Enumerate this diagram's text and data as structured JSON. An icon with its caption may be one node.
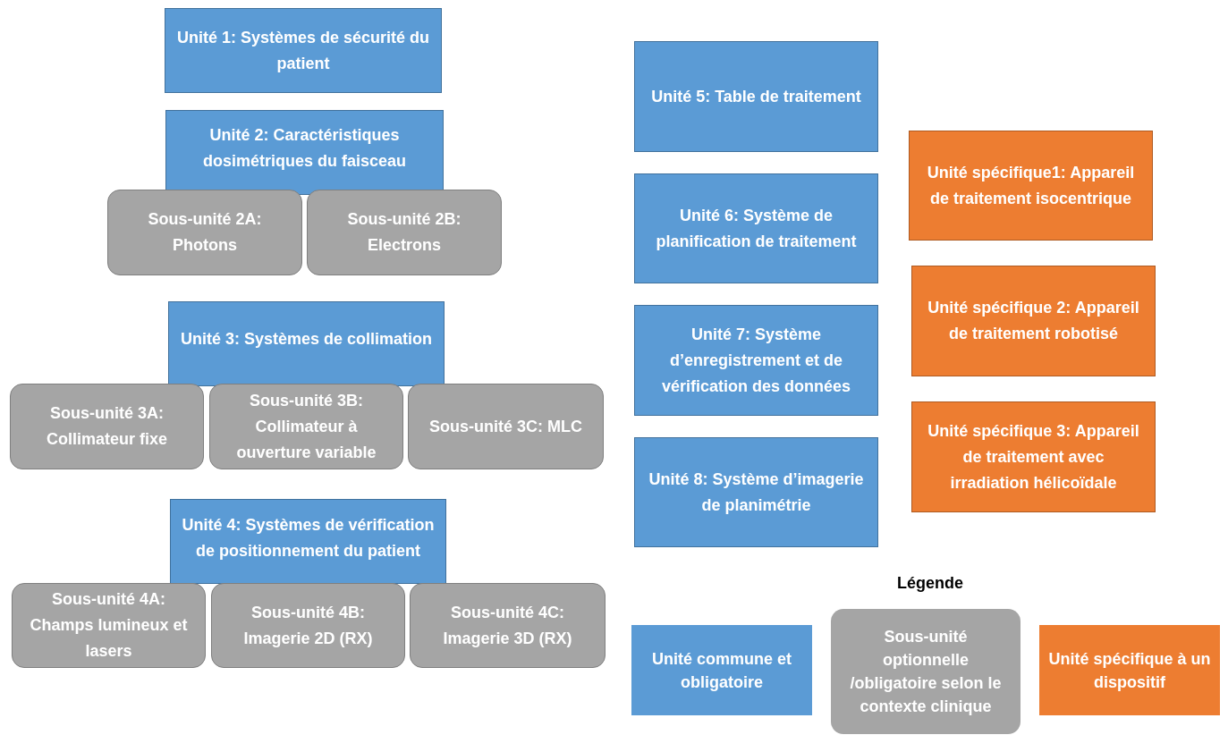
{
  "diagram": {
    "nodes": [
      {
        "text": [
          "Unité 1: Systèmes de sécurité du patient"
        ]
      },
      {
        "text": [
          "Unité 2: Caractéristiques dosimétriques du faisceau"
        ]
      },
      {
        "text": [
          "Sous-unité 2A: Photons"
        ]
      },
      {
        "text": [
          "Sous-unité 2B: Electrons"
        ]
      },
      {
        "text": [
          "Unité 3: Systèmes de collimation"
        ]
      },
      {
        "text": [
          "Sous-unité 3A: Collimateur fixe"
        ]
      },
      {
        "text": [
          "Sous-unité 3B: Collimateur à ouverture variable"
        ]
      },
      {
        "text": [
          "Sous-unité 3C: MLC"
        ]
      },
      {
        "text": [
          "Unité 4: Systèmes de vérification de positionnement du patient"
        ]
      },
      {
        "text": [
          "Sous-unité 4A: Champs lumineux et lasers"
        ]
      },
      {
        "text": [
          "Sous-unité 4B: Imagerie 2D (RX)"
        ]
      },
      {
        "text": [
          "Sous-unité 4C: Imagerie 3D (RX)"
        ]
      },
      {
        "text": [
          "Unité 5: Table de traitement"
        ]
      },
      {
        "text": [
          "Unité 6: Système de planification de traitement"
        ]
      },
      {
        "text": [
          "Unité 7: Système d’enregistrement et de vérification des données"
        ]
      },
      {
        "text": [
          "Unité 8: Système d’imagerie de planimétrie"
        ]
      },
      {
        "text": [
          "Unité spécifique1: Appareil de traitement isocentrique"
        ]
      },
      {
        "text": [
          "Unité spécifique 2: Appareil de traitement robotisé"
        ]
      },
      {
        "text": [
          "Unité spécifique 3: Appareil de traitement avec irradiation hélicoïdale"
        ]
      }
    ],
    "labels": [
      "Légende"
    ],
    "legend": [
      {
        "text": "Unité commune et obligatoire",
        "color": "#5b9bd5"
      },
      {
        "text": "Sous-unité optionnelle /obligatoire selon le contexte clinique",
        "color": "#a5a5a5"
      },
      {
        "text": "Unité spécifique à un dispositif",
        "color": "#ed7d31"
      }
    ]
  }
}
